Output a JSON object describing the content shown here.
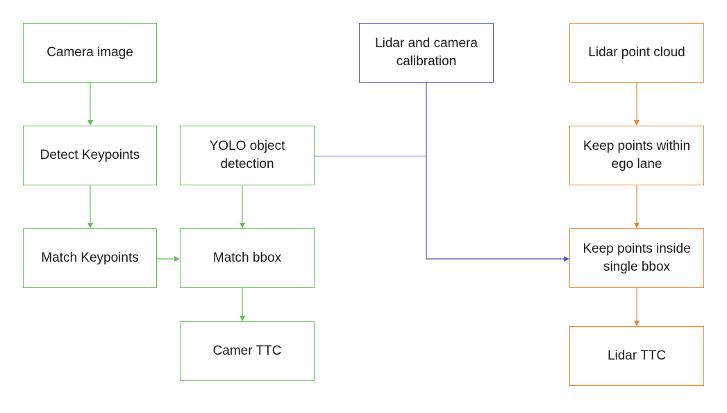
{
  "colors": {
    "camera_pipeline": "#5ec24f",
    "calibration": "#4a5abf",
    "lidar_pipeline": "#f2822f"
  },
  "nodes": {
    "camera_image": "Camera image",
    "detect_keypoints": "Detect Keypoints",
    "match_keypoints": "Match Keypoints",
    "yolo_detection": "YOLO object\ndetection",
    "match_bbox": "Match bbox",
    "camera_ttc": "Camer TTC",
    "calibration": "Lidar and camera\ncalibration",
    "lidar_point_cloud": "Lidar point cloud",
    "keep_ego_lane": "Keep points within\nego lane",
    "keep_single_bbox": "Keep points inside\nsingle bbox",
    "lidar_ttc": "Lidar TTC"
  },
  "edges": [
    {
      "from": "camera_image",
      "to": "detect_keypoints",
      "color": "green"
    },
    {
      "from": "detect_keypoints",
      "to": "match_keypoints",
      "color": "green"
    },
    {
      "from": "match_keypoints",
      "to": "match_bbox",
      "color": "green"
    },
    {
      "from": "yolo_detection",
      "to": "match_bbox",
      "color": "green"
    },
    {
      "from": "match_bbox",
      "to": "camera_ttc",
      "color": "green"
    },
    {
      "from": "yolo_detection",
      "to": "keep_single_bbox",
      "color": "blue"
    },
    {
      "from": "calibration",
      "to": "keep_single_bbox",
      "color": "blue"
    },
    {
      "from": "lidar_point_cloud",
      "to": "keep_ego_lane",
      "color": "orange"
    },
    {
      "from": "keep_ego_lane",
      "to": "keep_single_bbox",
      "color": "orange"
    },
    {
      "from": "keep_single_bbox",
      "to": "lidar_ttc",
      "color": "orange"
    }
  ]
}
